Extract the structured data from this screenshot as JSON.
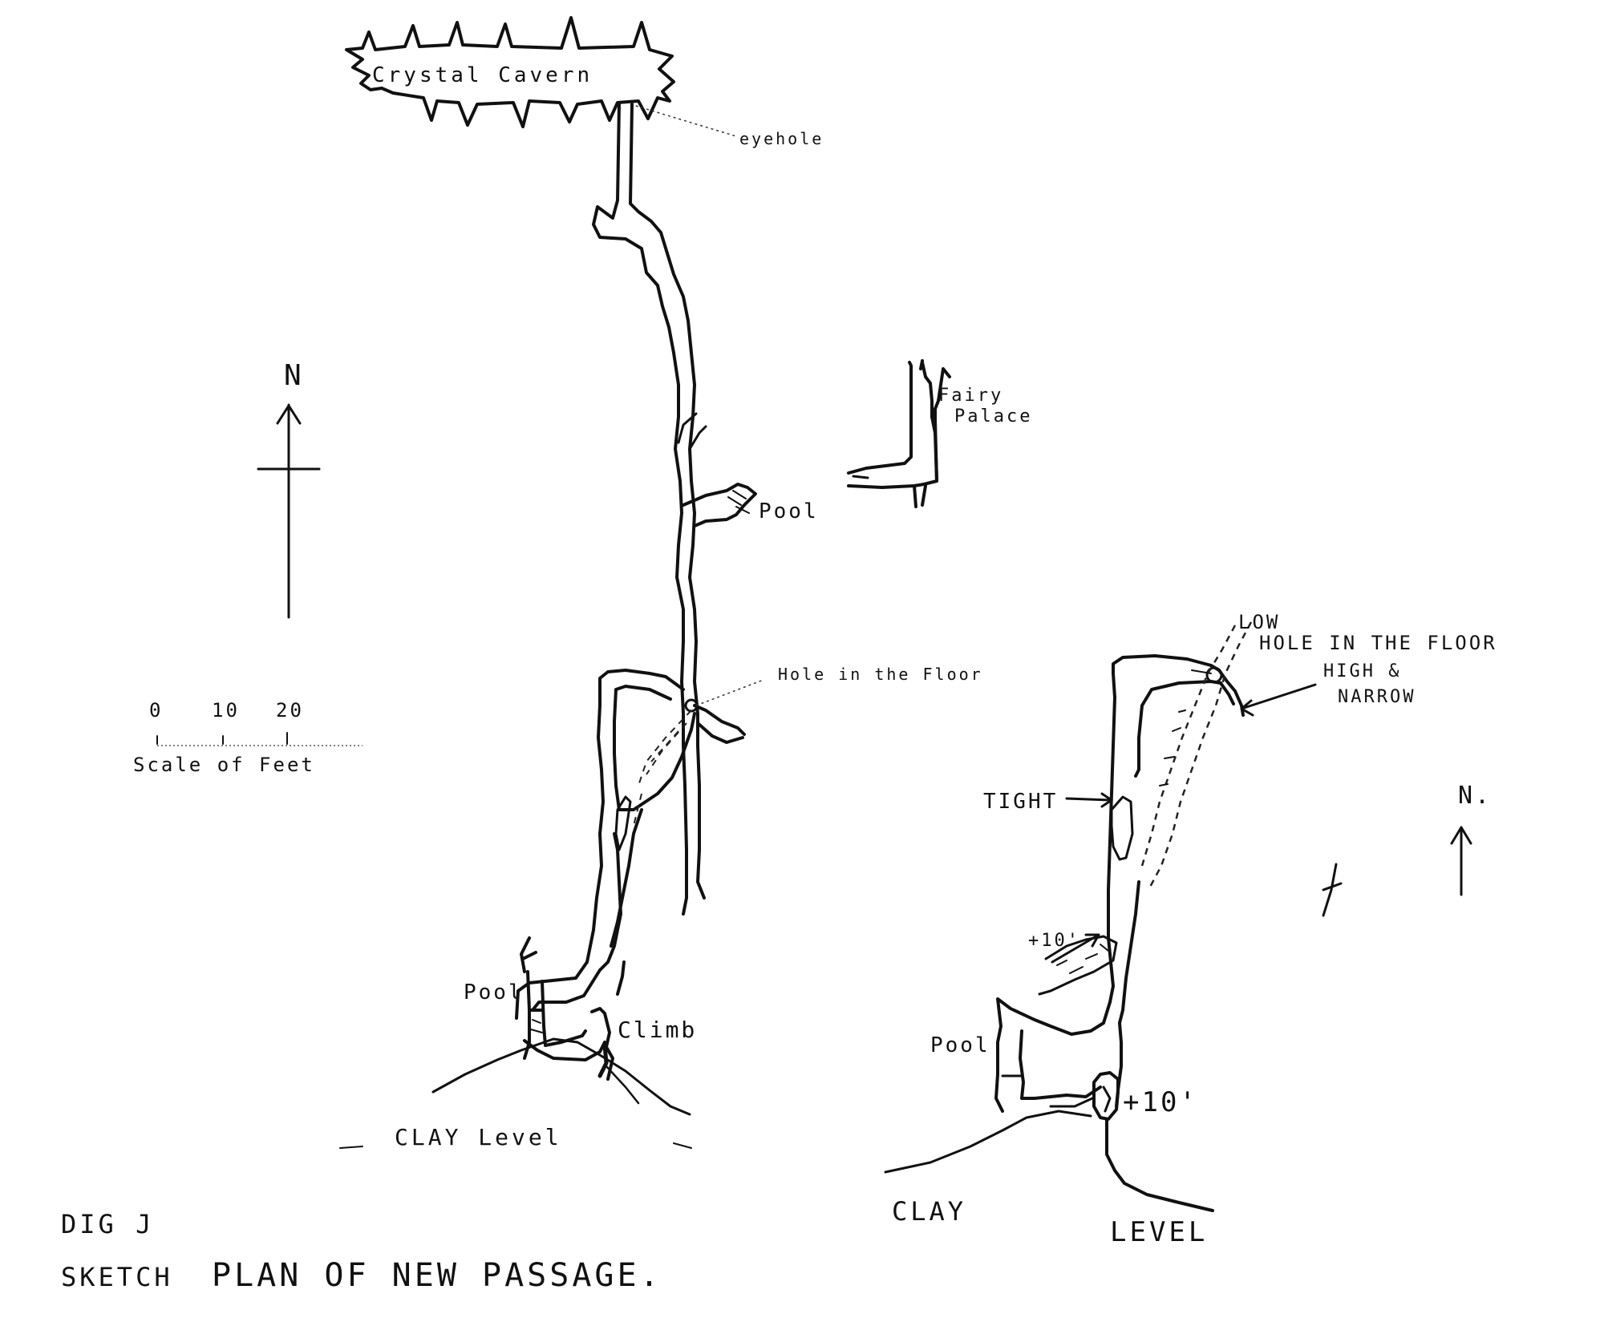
{
  "left_plan": {
    "crystal_cavern": "Crystal Cavern",
    "eyehole": "eyehole",
    "fairy_palace_line1": "Fairy",
    "fairy_palace_line2": "Palace",
    "pool_upper": "Pool",
    "hole_in_floor": "Hole in the Floor",
    "pool_lower": "Pool",
    "climb": "Climb",
    "clay_level": "CLAY Level"
  },
  "scale": {
    "ticks": [
      "0",
      "10",
      "20"
    ],
    "label": "Scale of Feet"
  },
  "north_left": "N",
  "north_right": "N.",
  "right_plan": {
    "low": "LOW",
    "hole_in_floor": "HOLE IN THE FLOOR",
    "high_narrow_line1": "HIGH &",
    "high_narrow_line2": "NARROW",
    "tight": "TIGHT",
    "plus10_upper": "+10'",
    "pool": "Pool",
    "plus10_lower": "+10'",
    "clay": "CLAY",
    "level": "LEVEL"
  },
  "caption": {
    "line1": "DIG J",
    "line2_prefix": "SKETCH",
    "line2_rest": "PLAN OF NEW PASSAGE."
  }
}
